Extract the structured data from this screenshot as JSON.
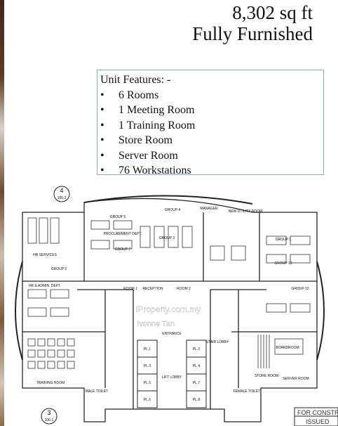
{
  "header": {
    "area": "8,302 sq ft",
    "furnishing": "Fully Furnished"
  },
  "features": {
    "title": "Unit Features: -",
    "bullet": "•",
    "items": [
      "6 Rooms",
      "1 Meeting Room",
      "1 Training Room",
      "Store Room",
      "Server Room",
      "76 Workstations"
    ]
  },
  "floorplan": {
    "grid_top": "4",
    "grid_top_sub": "106-2",
    "grid_bottom": "3",
    "grid_bottom_sub": "106-1",
    "rooms": {
      "group5": "GROUP 5",
      "group4": "GROUP 4",
      "group3": "GROUP 3",
      "group7": "GROUP 7",
      "group2": "GROUP 2",
      "group1": "GROUP 1",
      "group12": "GROUP 12",
      "group13": "GROUP 13",
      "manager": "MANAGER",
      "utility": "NEW UTILITY ROOM",
      "procurement": "PROCUREMENT DEPT.",
      "hr": "HR & ADMIN. DEPT.",
      "hr_services": "HR SERVICES",
      "reception": "RECEPTION",
      "room1": "ROOM 1",
      "room2": "ROOM 2",
      "lobby": "LIFT LOBBY",
      "entrance": "ENTRANCE",
      "training": "TRAINING ROOM",
      "store": "STORE ROOM",
      "server": "SERVER ROOM",
      "board": "BOARDROOM",
      "stair": "STAIR LOBBY",
      "pl1": "PL.1",
      "pl2": "PL.2",
      "pl3": "PL.3",
      "pl4": "PL.4",
      "pl5": "PL.5",
      "pl6": "PL.6",
      "pl7": "PL.7",
      "pl8": "PL.8",
      "male": "MALE TOILET",
      "female": "FEMALE TOILET"
    },
    "stamp_construction": "FOR CONSTRU",
    "stamp_issued": "ISSUED",
    "watermark": "iProperty.com.my",
    "watermark_user": "Ivonne Tan"
  }
}
